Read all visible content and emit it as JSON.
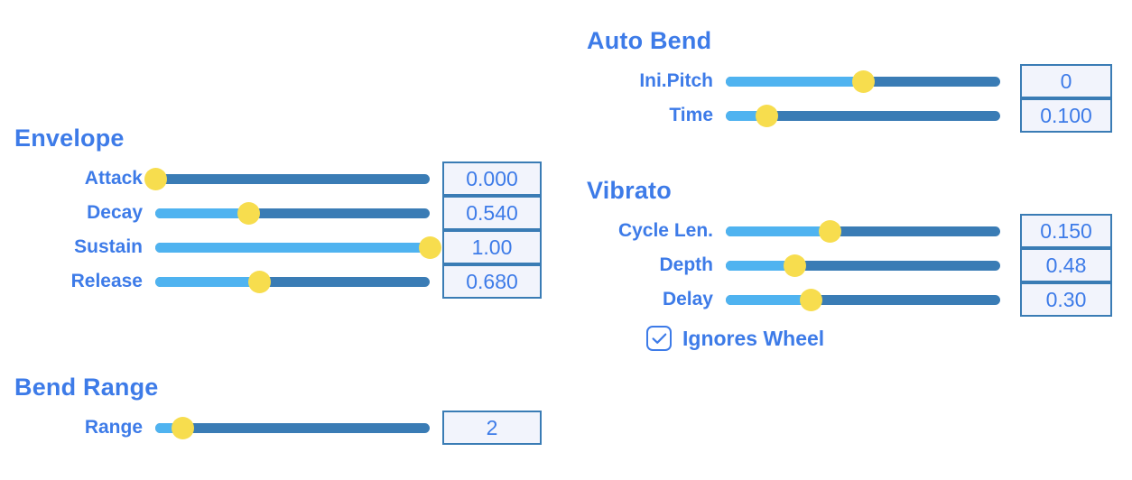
{
  "colors": {
    "accent_text": "#3d7be8",
    "track_dark": "#3a7cb5",
    "track_fill": "#4fb3f0",
    "thumb": "#f7dd4e",
    "value_box_bg": "#f2f4fc",
    "value_box_border": "#3a7cb5",
    "background": "#ffffff"
  },
  "envelope": {
    "title": "Envelope",
    "rows": [
      {
        "label": "Attack",
        "value": "0.000",
        "fill_pct": 0
      },
      {
        "label": "Decay",
        "value": "0.540",
        "fill_pct": 34
      },
      {
        "label": "Sustain",
        "value": "1.00",
        "fill_pct": 100
      },
      {
        "label": "Release",
        "value": "0.680",
        "fill_pct": 38
      }
    ]
  },
  "bend_range": {
    "title": "Bend Range",
    "rows": [
      {
        "label": "Range",
        "value": "2",
        "fill_pct": 10
      }
    ]
  },
  "auto_bend": {
    "title": "Auto Bend",
    "rows": [
      {
        "label": "Ini.Pitch",
        "value": "0",
        "fill_pct": 50
      },
      {
        "label": "Time",
        "value": "0.100",
        "fill_pct": 15
      }
    ]
  },
  "vibrato": {
    "title": "Vibrato",
    "rows": [
      {
        "label": "Cycle Len.",
        "value": "0.150",
        "fill_pct": 38
      },
      {
        "label": "Depth",
        "value": "0.48",
        "fill_pct": 25
      },
      {
        "label": "Delay",
        "value": "0.30",
        "fill_pct": 31
      }
    ],
    "ignores_wheel": {
      "label": "Ignores Wheel",
      "checked": true,
      "icon": "check-icon"
    }
  }
}
